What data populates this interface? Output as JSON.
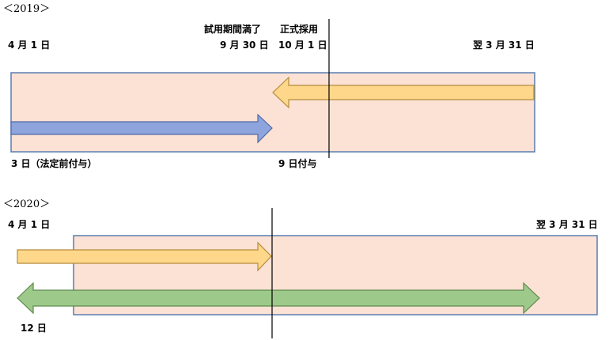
{
  "section_2019": {
    "year_label": "＜2019＞",
    "start_label": "4 月 1 日",
    "probation_end_caption": "試用期間満了",
    "probation_end_date": "9 月 30 日",
    "hire_caption": "正式採用",
    "hire_date": "10 月 1 日",
    "end_label": "翌 3 月 31 日",
    "grant_statutory": "3 日（法定前付与）",
    "grant_at_hire": "9 日付与"
  },
  "section_2020": {
    "year_label": "＜2020＞",
    "start_label": "4 月 1 日",
    "end_label": "翌 3 月 31 日",
    "total_days": "12 日"
  },
  "colors": {
    "period_fill": "#fbe2d5",
    "period_border": "#5b7db1",
    "arrow_orange_fill": "#ffd78a",
    "arrow_orange_stroke": "#b58b3a",
    "arrow_blue_fill": "#8ea4dc",
    "arrow_blue_stroke": "#4f6aa8",
    "arrow_green_fill": "#9dc98a",
    "arrow_green_stroke": "#5e8a4c",
    "divider": "#000000"
  }
}
